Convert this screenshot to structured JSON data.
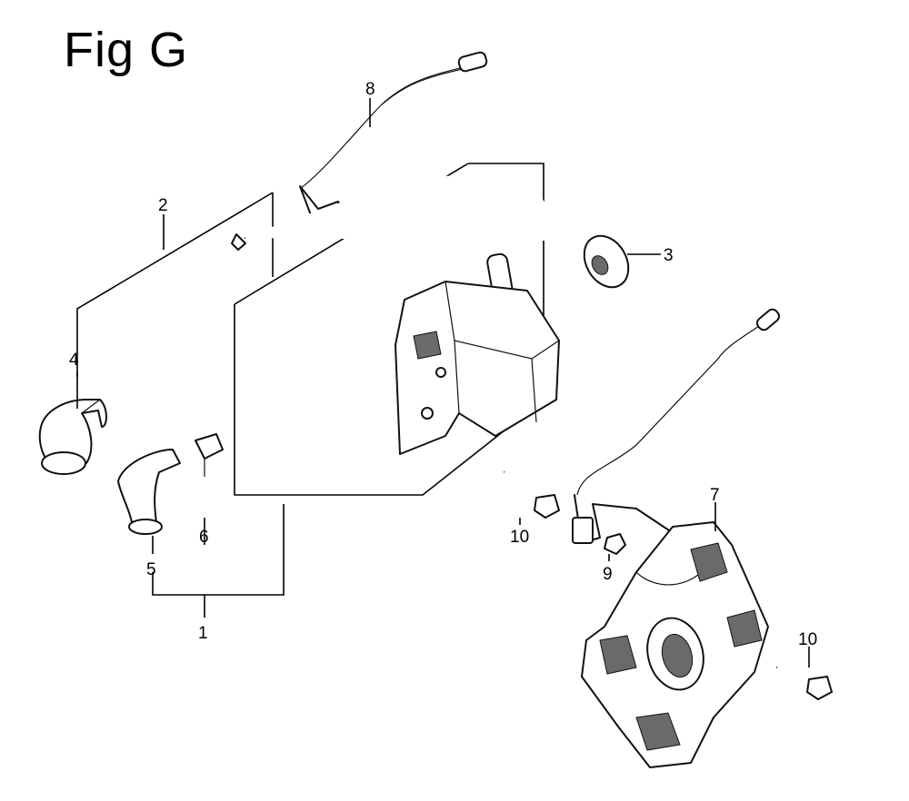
{
  "figure": {
    "title": "Fig G"
  },
  "callouts": {
    "c1": "1",
    "c2": "2",
    "c3": "3",
    "c4": "4",
    "c5": "5",
    "c6": "6",
    "c7": "7",
    "c8": "8",
    "c9": "9",
    "c10a": "10",
    "c10b": "10"
  }
}
